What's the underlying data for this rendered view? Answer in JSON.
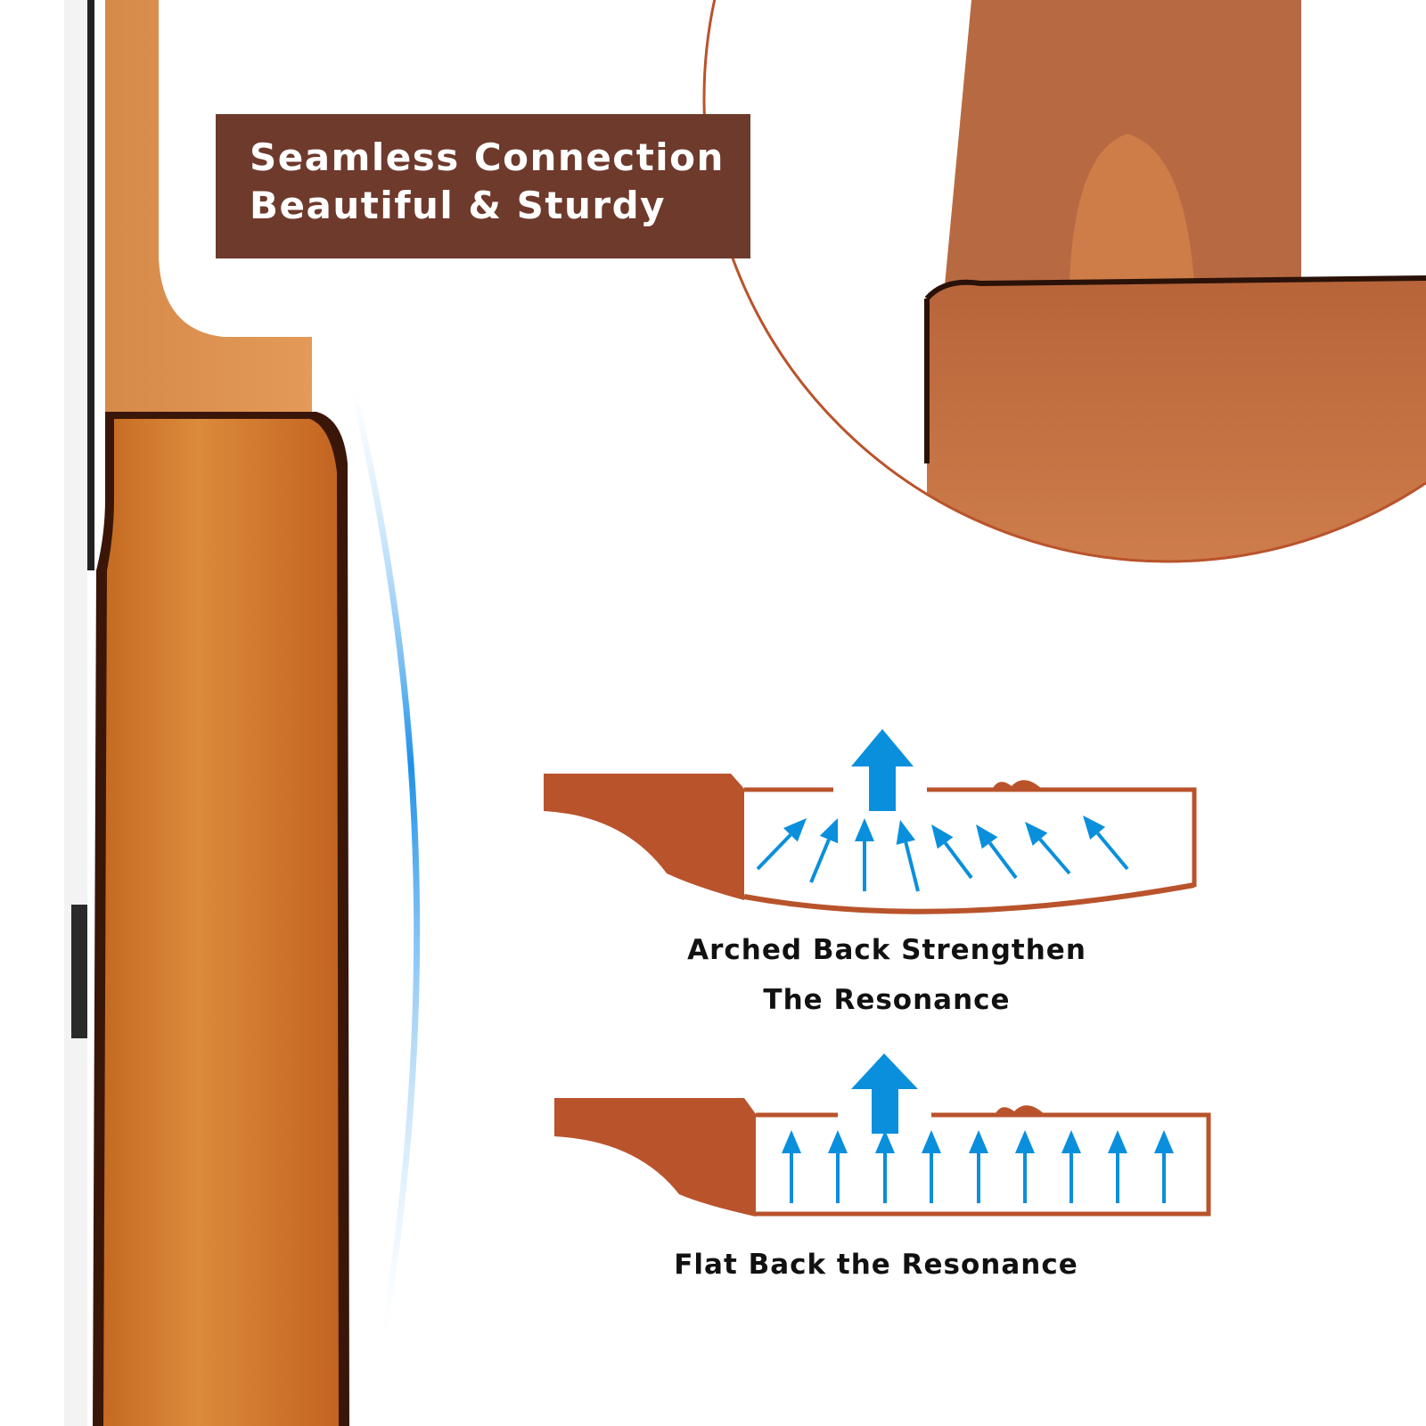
{
  "banner": {
    "line1": "Seamless Connection",
    "line2": "Beautiful & Sturdy"
  },
  "diagrams": {
    "arched": {
      "caption_line1": "Arched Back Strengthen",
      "caption_line2": "The Resonance"
    },
    "flat": {
      "caption": "Flat Back the Resonance"
    }
  },
  "colors": {
    "wood": "#b9532c",
    "arrow": "#0a8fdc",
    "banner": "#6e3a2c"
  }
}
